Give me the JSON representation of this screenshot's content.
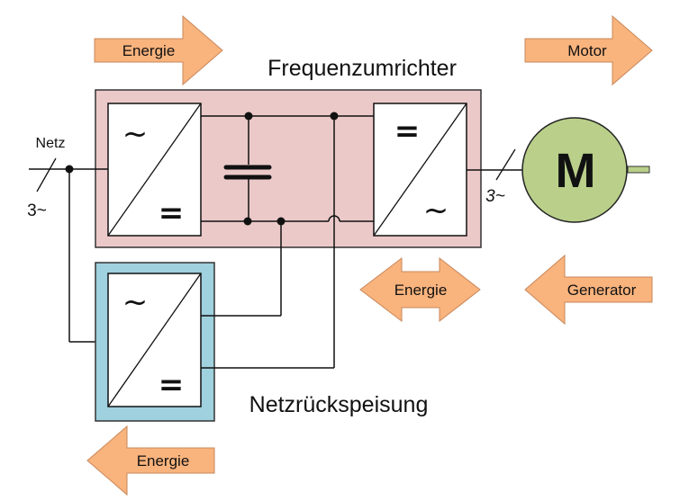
{
  "diagram": {
    "title_converter": "Frequenzumrichter",
    "title_feedback": "Netzrückspeisung",
    "grid_label": "Netz",
    "grid_phase_label": "3~",
    "motor_phase_label": "3~",
    "motor_symbol": "M",
    "arrows": {
      "top_left": "Energie",
      "top_right": "Motor",
      "middle_bidirectional": "Energie",
      "middle_right": "Generator",
      "bottom_left": "Energie"
    },
    "symbols": {
      "ac": "~",
      "dc": "="
    },
    "colors": {
      "arrow_fill": "#f9b37d",
      "arrow_stroke": "#c8875a",
      "converter_bg": "#ecc9c9",
      "feedback_bg": "#9fd1de",
      "motor_fill": "#b9cf8a",
      "line": "#111111"
    }
  }
}
